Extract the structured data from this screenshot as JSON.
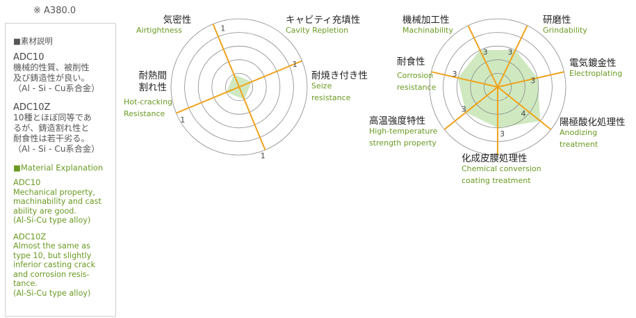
{
  "grade_note": "※ A380.0",
  "explanation_jp": {
    "heading": "■素材説明",
    "items": [
      {
        "alloy": "ADC10",
        "description": "機械的性質、被削性\n及び鋳造性が良い。\n（Al - Si - Cu系合金）"
      },
      {
        "alloy": "ADC10Z",
        "description": "10種とほぼ同等であ\nるが、鋳造割れ性と\n耐食性は若干劣る。\n（Al - Si - Cu系合金）"
      }
    ]
  },
  "explanation_en": {
    "heading": "■Material Explanation",
    "items": [
      {
        "alloy": "ADC10",
        "description": "Mechanical property,\nmachinability and cast\nability are good.\n(Al-Si-Cu type alloy)"
      },
      {
        "alloy": "ADC10Z",
        "description": "Almost the same as\ntype 10, but slightly\ninferior casting crack\nand corrosion resis-\ntance.\n(Al-Si-Cu type alloy)"
      }
    ]
  },
  "colors": {
    "axis": "#f0a21c",
    "fill": "#cfe8c0",
    "grid": "#888888",
    "label_en": "#6a9a22"
  },
  "chart_data": [
    {
      "type": "radar",
      "scale_max": 5,
      "rings": 5,
      "axes": [
        {
          "jp": [
            "気密性"
          ],
          "en": [
            "Airtightness"
          ],
          "value": 1
        },
        {
          "jp": [
            "キャビティ充填性"
          ],
          "en": [
            "Cavity Repletion"
          ],
          "value": 1
        },
        {
          "jp": [
            "耐焼き付き性"
          ],
          "en": [
            "Seize",
            "resistance"
          ],
          "value": 1
        },
        {
          "jp": [
            "耐熱間",
            "割れ性"
          ],
          "en": [
            "Hot-cracking",
            "Resistance"
          ],
          "value": 1
        }
      ]
    },
    {
      "type": "radar",
      "scale_max": 5,
      "rings": 5,
      "axes": [
        {
          "jp": [
            "機械加工性"
          ],
          "en": [
            "Machinability"
          ],
          "value": 3
        },
        {
          "jp": [
            "研磨性"
          ],
          "en": [
            "Grindability"
          ],
          "value": 3
        },
        {
          "jp": [
            "電気鍍金性"
          ],
          "en": [
            "Electroplating"
          ],
          "value": 3
        },
        {
          "jp": [
            "陽極酸化処理性"
          ],
          "en": [
            "Anodizing",
            "treatment"
          ],
          "value": 4
        },
        {
          "jp": [
            "化成皮膜処理性"
          ],
          "en": [
            "Chemical conversion",
            "coating treatment"
          ],
          "value": 3
        },
        {
          "jp": [
            "高温強度特性"
          ],
          "en": [
            "High-temperature",
            "strength property"
          ],
          "value": 3
        },
        {
          "jp": [
            "耐食性"
          ],
          "en": [
            "Corrosion",
            "resistance"
          ],
          "value": 3
        }
      ]
    }
  ]
}
